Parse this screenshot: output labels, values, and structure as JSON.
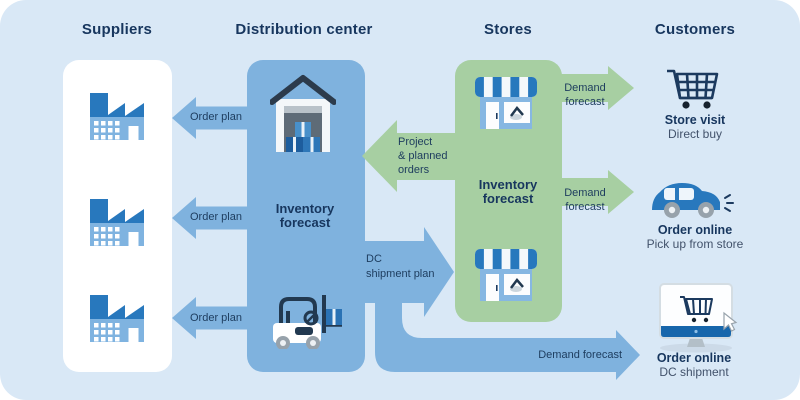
{
  "headings": [
    "Suppliers",
    "Distribution center",
    "Stores",
    "Customers"
  ],
  "panels": {
    "distribution_center_label": "Inventory forecast",
    "stores_label": "Inventory forecast"
  },
  "arrows": {
    "order_plan": [
      "Order plan",
      "Order plan",
      "Order plan"
    ],
    "project": [
      "Project",
      "& planned",
      "orders"
    ],
    "dc_shipment": [
      "DC",
      "shipment plan"
    ],
    "demand": [
      "Demand forecast",
      "Demand forecast",
      "Demand forecast"
    ]
  },
  "customers": [
    {
      "title": "Store visit",
      "subtitle": "Direct buy",
      "icon": "shopping-cart-icon"
    },
    {
      "title": "Order online",
      "subtitle": "Pick up from store",
      "icon": "car-icon"
    },
    {
      "title": "Order online",
      "subtitle": "DC shipment",
      "icon": "online-order-monitor-icon"
    }
  ],
  "icons": [
    "factory-icon",
    "factory-icon",
    "factory-icon",
    "warehouse-icon",
    "forklift-icon",
    "store-icon",
    "store-icon",
    "shopping-cart-icon",
    "car-icon",
    "online-order-monitor-icon",
    "cursor-icon"
  ],
  "colors": {
    "card_bg": "#d9e8f6",
    "panel_white": "#ffffff",
    "panel_blue": "#7fb2de",
    "panel_green": "#a7cfa2",
    "heading_text": "#17365e",
    "label_text": "#1d3c5e",
    "subtitle_text": "#42526b",
    "icon_blue": "#2878bd",
    "icon_blue_light": "#7fb3e0",
    "icon_dark_navy": "#223950"
  }
}
